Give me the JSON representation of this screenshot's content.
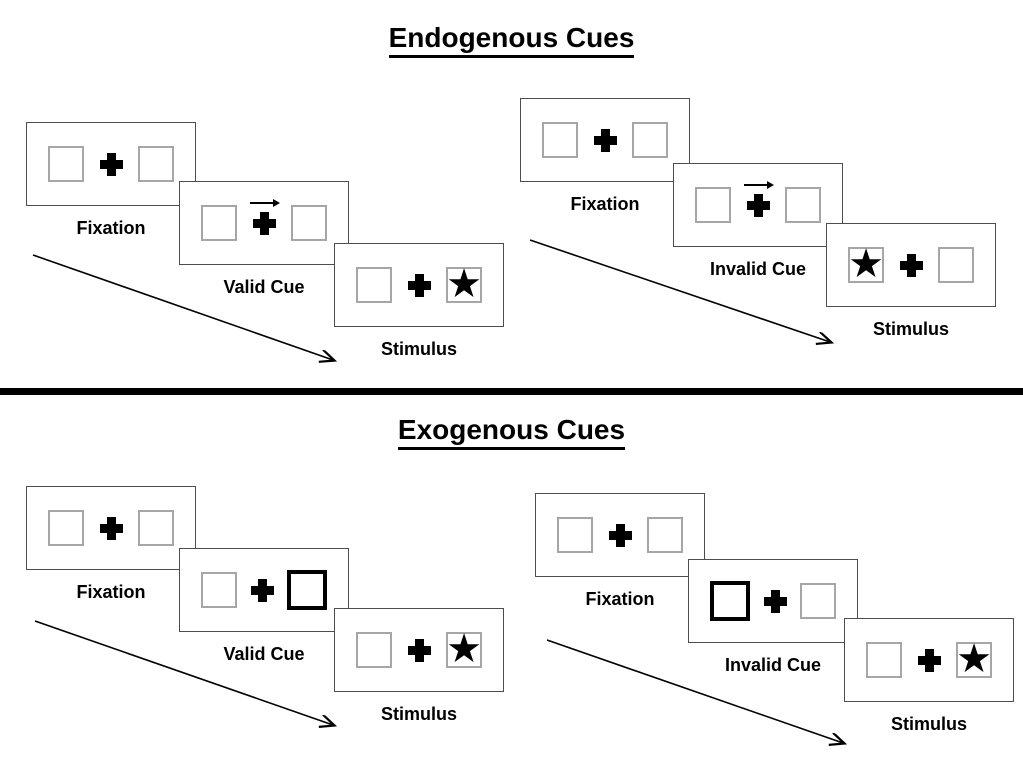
{
  "colors": {
    "background": "#ffffff",
    "ink": "#000000",
    "panel_border": "#4d4d4d",
    "placeholder_box_border": "#a6a6a6"
  },
  "icons": {
    "star": "★",
    "fixation_cross": "+",
    "cue_arrow_direction": "right"
  },
  "sections": [
    {
      "title": "Endogenous Cues",
      "groups": [
        {
          "name": "valid-trial",
          "panels": [
            {
              "label": "Fixation",
              "left_box": "empty",
              "center": "cross",
              "right_box": "empty",
              "cue_arrow": false
            },
            {
              "label": "Valid Cue",
              "left_box": "empty",
              "center": "cross",
              "right_box": "empty",
              "cue_arrow": true
            },
            {
              "label": "Stimulus",
              "left_box": "empty",
              "center": "cross",
              "right_box": "star",
              "cue_arrow": false
            }
          ]
        },
        {
          "name": "invalid-trial",
          "panels": [
            {
              "label": "Fixation",
              "left_box": "empty",
              "center": "cross",
              "right_box": "empty",
              "cue_arrow": false
            },
            {
              "label": "Invalid Cue",
              "left_box": "empty",
              "center": "cross",
              "right_box": "empty",
              "cue_arrow": true
            },
            {
              "label": "Stimulus",
              "left_box": "star",
              "center": "cross",
              "right_box": "empty",
              "cue_arrow": false
            }
          ]
        }
      ]
    },
    {
      "title": "Exogenous Cues",
      "groups": [
        {
          "name": "valid-trial",
          "panels": [
            {
              "label": "Fixation",
              "left_box": "empty",
              "center": "cross",
              "right_box": "empty",
              "cue_arrow": false
            },
            {
              "label": "Valid Cue",
              "left_box": "empty",
              "center": "cross",
              "right_box": "bold",
              "cue_arrow": false
            },
            {
              "label": "Stimulus",
              "left_box": "empty",
              "center": "cross",
              "right_box": "star",
              "cue_arrow": false
            }
          ]
        },
        {
          "name": "invalid-trial",
          "panels": [
            {
              "label": "Fixation",
              "left_box": "empty",
              "center": "cross",
              "right_box": "empty",
              "cue_arrow": false
            },
            {
              "label": "Invalid Cue",
              "left_box": "bold",
              "center": "cross",
              "right_box": "empty",
              "cue_arrow": false
            },
            {
              "label": "Stimulus",
              "left_box": "empty",
              "center": "cross",
              "right_box": "star",
              "cue_arrow": false
            }
          ]
        }
      ]
    }
  ]
}
